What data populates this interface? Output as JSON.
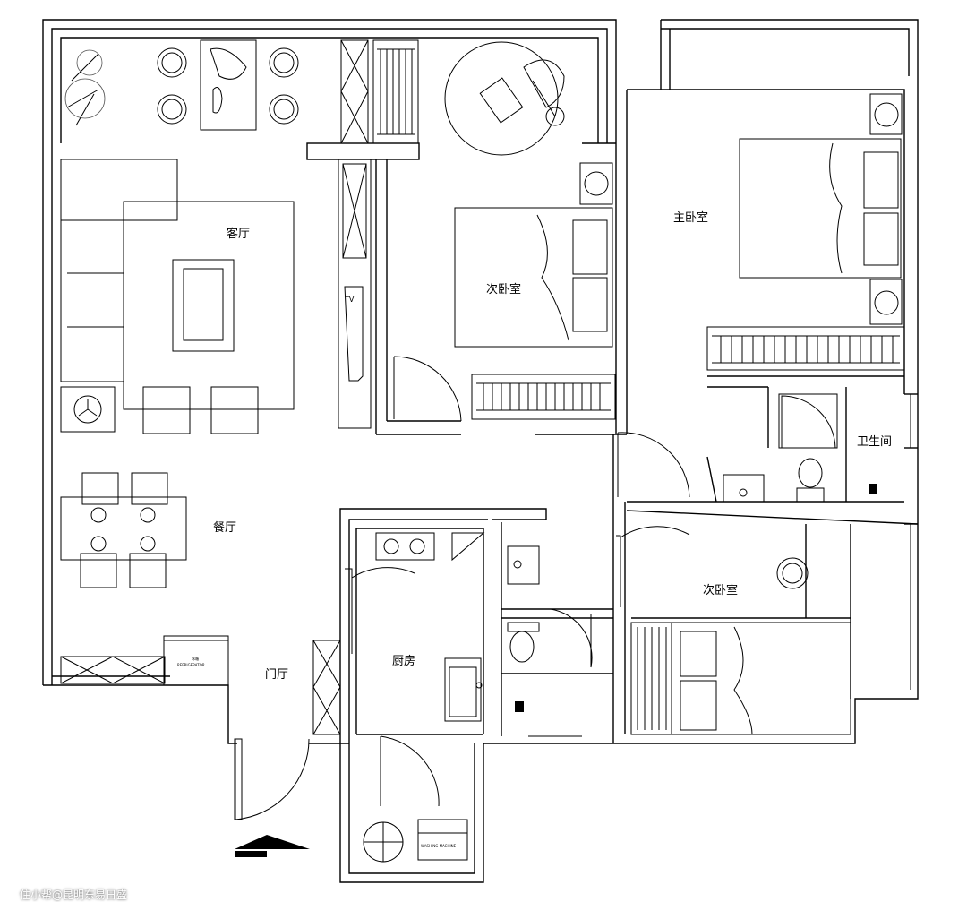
{
  "rooms": {
    "living_room": "客厅",
    "second_bedroom_top": "次卧室",
    "master_bedroom": "主卧室",
    "bathroom_master": "卫生间",
    "dining_room": "餐厅",
    "second_bedroom_bottom": "次卧室",
    "foyer": "门厅",
    "kitchen": "厨房"
  },
  "appliances": {
    "fridge_cn": "冰箱",
    "fridge_en": "REFRIGERATOR",
    "washer_en": "WASHING MACHINE",
    "tv": "TV"
  },
  "watermark": "住小帮@昆明东易日盛"
}
